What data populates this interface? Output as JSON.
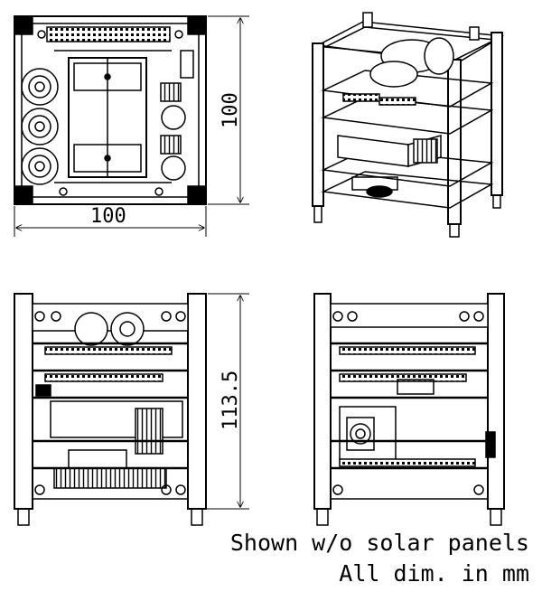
{
  "dimensions": {
    "top_width": "100",
    "top_height": "100",
    "side_height": "113.5"
  },
  "notes": {
    "line1": "Shown w/o solar panels",
    "line2": "All dim. in mm"
  },
  "colors": {
    "line": "#000000",
    "background": "#ffffff"
  }
}
